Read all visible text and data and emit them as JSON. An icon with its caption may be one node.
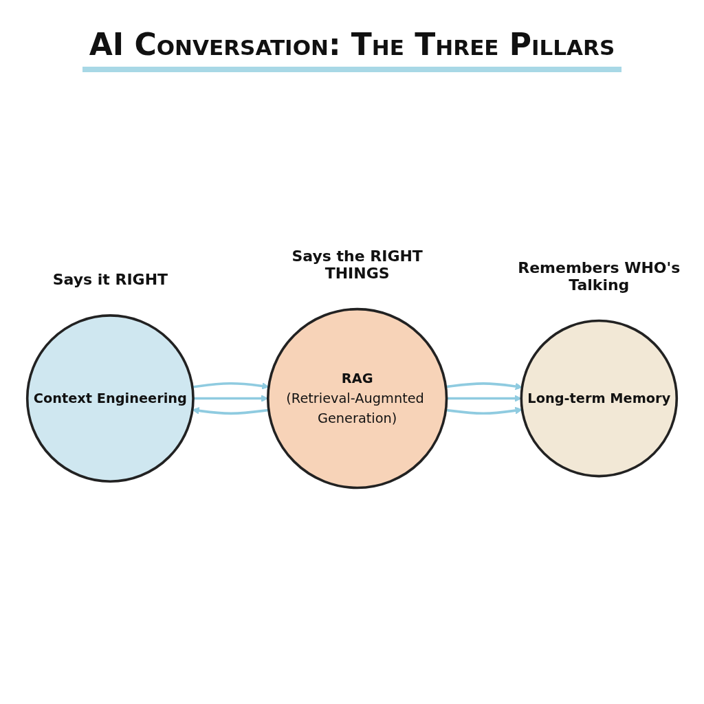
{
  "diagram": {
    "title": "AI Conversation: The Three Pillars",
    "nodes": [
      {
        "text": [
          "Context Engineering"
        ],
        "beside": [
          "Says it RIGHT"
        ]
      },
      {
        "text": [
          "RAG",
          "(Retrieval-Augmnted Generation)"
        ],
        "beside": [
          "Says the RIGHT THINGS"
        ]
      },
      {
        "text": [
          "Long-term Memory"
        ],
        "beside": [
          "Remembers WHO's Talking"
        ]
      }
    ],
    "edges": [
      {
        "from": 0,
        "to": 1,
        "arrow": "to"
      },
      {
        "from": 1,
        "to": 2,
        "arrow": "to"
      },
      {
        "from": 0,
        "to": 1,
        "arrow": "to"
      },
      {
        "from": 1,
        "to": 2,
        "arrow": "to"
      },
      {
        "from": 1,
        "to": 0,
        "arrow": "to"
      },
      {
        "from": 1,
        "to": 2,
        "arrow": "to"
      }
    ]
  }
}
